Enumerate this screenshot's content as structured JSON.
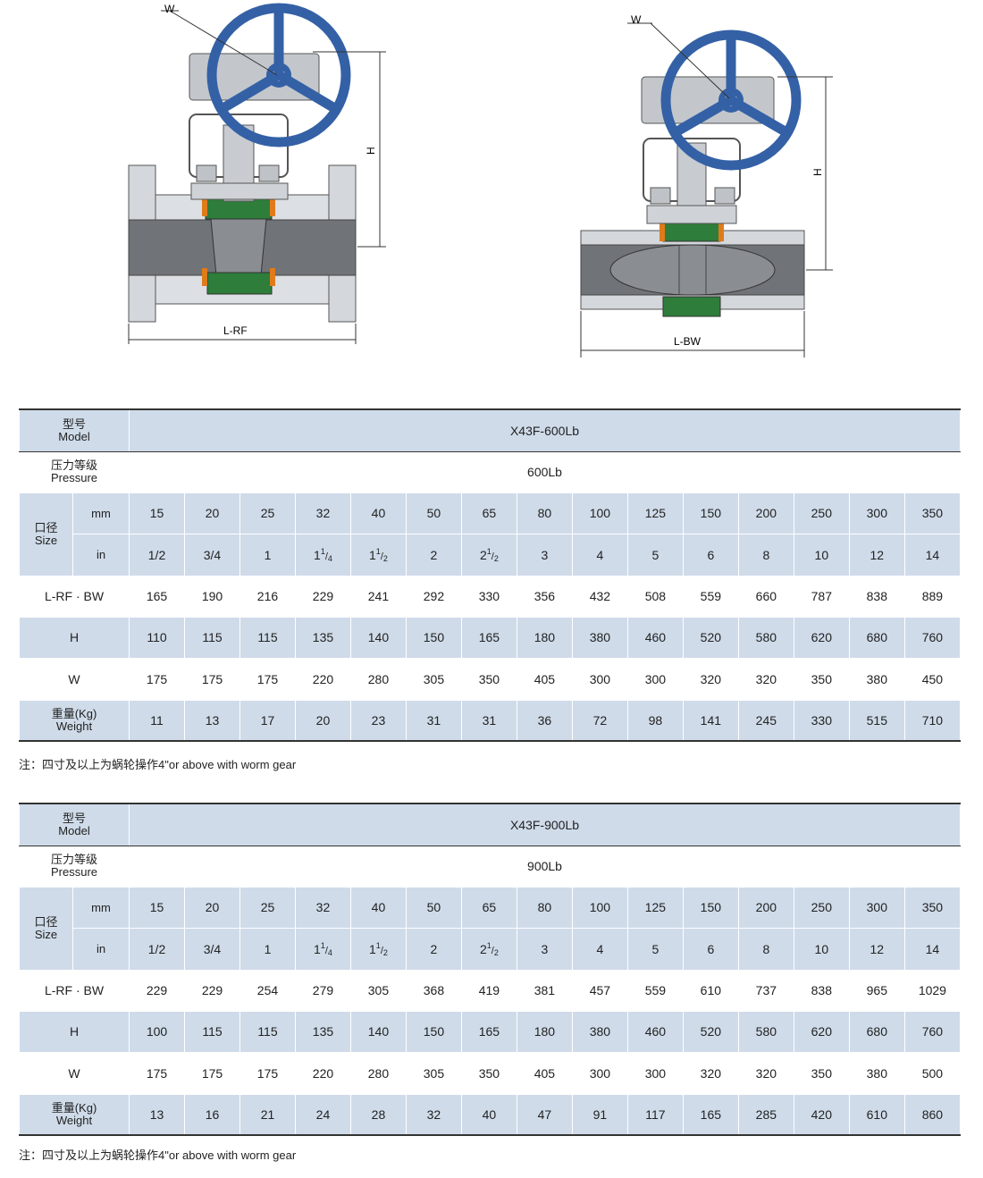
{
  "drawings": {
    "left": {
      "w_label": "W",
      "h_label": "H",
      "length_label": "L-RF"
    },
    "right": {
      "w_label": "W",
      "h_label": "H",
      "length_label": "L-BW"
    }
  },
  "labels": {
    "model_cn": "型号",
    "model_en": "Model",
    "pressure_cn": "压力等级",
    "pressure_en": "Pressure",
    "size_cn": "口径",
    "size_en": "Size",
    "mm": "mm",
    "in": "in",
    "length": "L-RF · BW",
    "h": "H",
    "w": "W",
    "weight_cn": "重量(Kg)",
    "weight_en": "Weight"
  },
  "sizes_mm": [
    "15",
    "20",
    "25",
    "32",
    "40",
    "50",
    "65",
    "80",
    "100",
    "125",
    "150",
    "200",
    "250",
    "300",
    "350"
  ],
  "sizes_in": [
    {
      "w": "1/2"
    },
    {
      "w": "3/4"
    },
    {
      "w": "1"
    },
    {
      "w": "1",
      "n": "1",
      "d": "4"
    },
    {
      "w": "1",
      "n": "1",
      "d": "2"
    },
    {
      "w": "2"
    },
    {
      "w": "2",
      "n": "1",
      "d": "2"
    },
    {
      "w": "3"
    },
    {
      "w": "4"
    },
    {
      "w": "5"
    },
    {
      "w": "6"
    },
    {
      "w": "8"
    },
    {
      "w": "10"
    },
    {
      "w": "12"
    },
    {
      "w": "14"
    }
  ],
  "tables": [
    {
      "model": "X43F-600Lb",
      "pressure": "600Lb",
      "length": [
        "165",
        "190",
        "216",
        "229",
        "241",
        "292",
        "330",
        "356",
        "432",
        "508",
        "559",
        "660",
        "787",
        "838",
        "889"
      ],
      "h": [
        "110",
        "115",
        "115",
        "135",
        "140",
        "150",
        "165",
        "180",
        "380",
        "460",
        "520",
        "580",
        "620",
        "680",
        "760"
      ],
      "w": [
        "175",
        "175",
        "175",
        "220",
        "280",
        "305",
        "350",
        "405",
        "300",
        "300",
        "320",
        "320",
        "350",
        "380",
        "450"
      ],
      "weight": [
        "11",
        "13",
        "17",
        "20",
        "23",
        "31",
        "31",
        "36",
        "72",
        "98",
        "141",
        "245",
        "330",
        "515",
        "710"
      ],
      "note": "注：四寸及以上为蜗轮操作4\"or above with worm gear"
    },
    {
      "model": "X43F-900Lb",
      "pressure": "900Lb",
      "length": [
        "229",
        "229",
        "254",
        "279",
        "305",
        "368",
        "419",
        "381",
        "457",
        "559",
        "610",
        "737",
        "838",
        "965",
        "1029"
      ],
      "h": [
        "100",
        "115",
        "115",
        "135",
        "140",
        "150",
        "165",
        "180",
        "380",
        "460",
        "520",
        "580",
        "620",
        "680",
        "760"
      ],
      "w": [
        "175",
        "175",
        "175",
        "220",
        "280",
        "305",
        "350",
        "405",
        "300",
        "300",
        "320",
        "320",
        "350",
        "380",
        "500"
      ],
      "weight": [
        "13",
        "16",
        "21",
        "24",
        "28",
        "32",
        "40",
        "47",
        "91",
        "117",
        "165",
        "285",
        "420",
        "610",
        "860"
      ],
      "note": "注：四寸及以上为蜗轮操作4\"or above with worm gear"
    }
  ]
}
